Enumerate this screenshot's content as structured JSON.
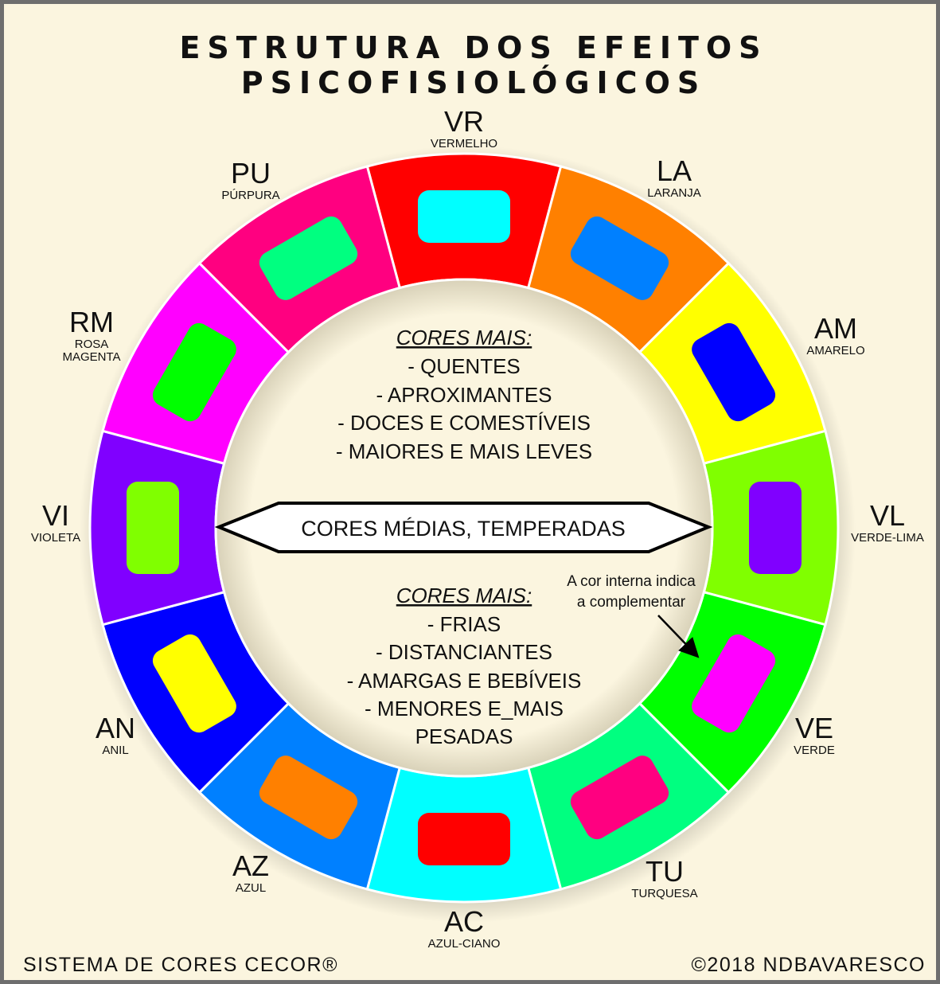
{
  "title": {
    "line1": "ESTRUTURA DOS EFEITOS",
    "line2": "PSICOFISIOLÓGICOS"
  },
  "segments": [
    {
      "abbr": "VR",
      "name": "VERMELHO",
      "color": "#ff0000",
      "inner": "#00ffff"
    },
    {
      "abbr": "LA",
      "name": "LARANJA",
      "color": "#ff8000",
      "inner": "#0080ff"
    },
    {
      "abbr": "AM",
      "name": "AMARELO",
      "color": "#ffff00",
      "inner": "#0000ff"
    },
    {
      "abbr": "VL",
      "name": "VERDE-LIMA",
      "color": "#80ff00",
      "inner": "#8000ff"
    },
    {
      "abbr": "VE",
      "name": "VERDE",
      "color": "#00ff00",
      "inner": "#ff00ff"
    },
    {
      "abbr": "TU",
      "name": "TURQUESA",
      "color": "#00ff80",
      "inner": "#ff0080"
    },
    {
      "abbr": "AC",
      "name": "AZUL-CIANO",
      "color": "#00ffff",
      "inner": "#ff0000"
    },
    {
      "abbr": "AZ",
      "name": "AZUL",
      "color": "#0080ff",
      "inner": "#ff8000"
    },
    {
      "abbr": "AN",
      "name": "ANIL",
      "color": "#0000ff",
      "inner": "#ffff00"
    },
    {
      "abbr": "VI",
      "name": "VIOLETA",
      "color": "#8000ff",
      "inner": "#80ff00"
    },
    {
      "abbr": "RM",
      "name": "ROSA MAGENTA",
      "color": "#ff00ff",
      "inner": "#00ff00"
    },
    {
      "abbr": "PU",
      "name": "PÚRPURA",
      "color": "#ff0080",
      "inner": "#00ff80"
    }
  ],
  "warm": {
    "heading": "CORES MAIS:",
    "items": [
      "- QUENTES",
      "- APROXIMANTES",
      "- DOCES E COMESTÍVEIS",
      "- MAIORES E MAIS LEVES"
    ]
  },
  "middle_band": "CORES MÉDIAS, TEMPERADAS",
  "cool": {
    "heading": "CORES MAIS:",
    "items": [
      "- FRIAS",
      "- DISTANCIANTES",
      "- AMARGAS E BEBÍVEIS",
      "- MENORES E_MAIS",
      "PESADAS"
    ]
  },
  "note": {
    "line1": "A cor interna indica",
    "line2": "a complementar"
  },
  "footer": {
    "left": "SISTEMA DE CORES CECOR®",
    "right": "©2018 NDBAVARESCO"
  }
}
